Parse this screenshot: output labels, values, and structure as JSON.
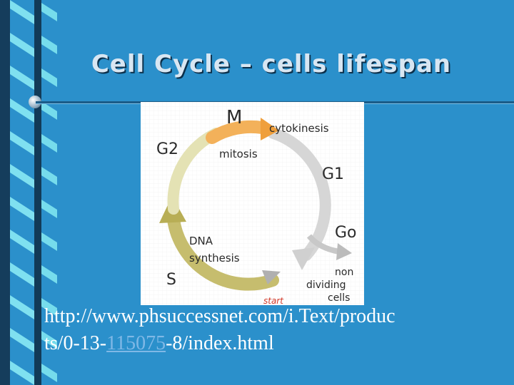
{
  "slide": {
    "title": "Cell Cycle – cells lifespan",
    "url_part1": "http://www.phsuccessnet.com/i.Text/produc",
    "url_part2": "ts/0-13-",
    "url_link": "115075",
    "url_part3": "-8/index.html"
  },
  "diagram": {
    "labels": {
      "m": "M",
      "cytokinesis": "cytokinesis",
      "g2": "G2",
      "mitosis": "mitosis",
      "g1": "G1",
      "go": "Go",
      "dna": "DNA",
      "synthesis": "synthesis",
      "s": "S",
      "start": "start",
      "non": "non",
      "dividing": "dividing",
      "cells": "cells"
    },
    "colors": {
      "m_arc": "#f4b25c",
      "g1_arc": "#d9d9d9",
      "s_arc": "#c8c27a",
      "g2_arc": "#e6e4b8",
      "start": "#d23a2a"
    }
  }
}
